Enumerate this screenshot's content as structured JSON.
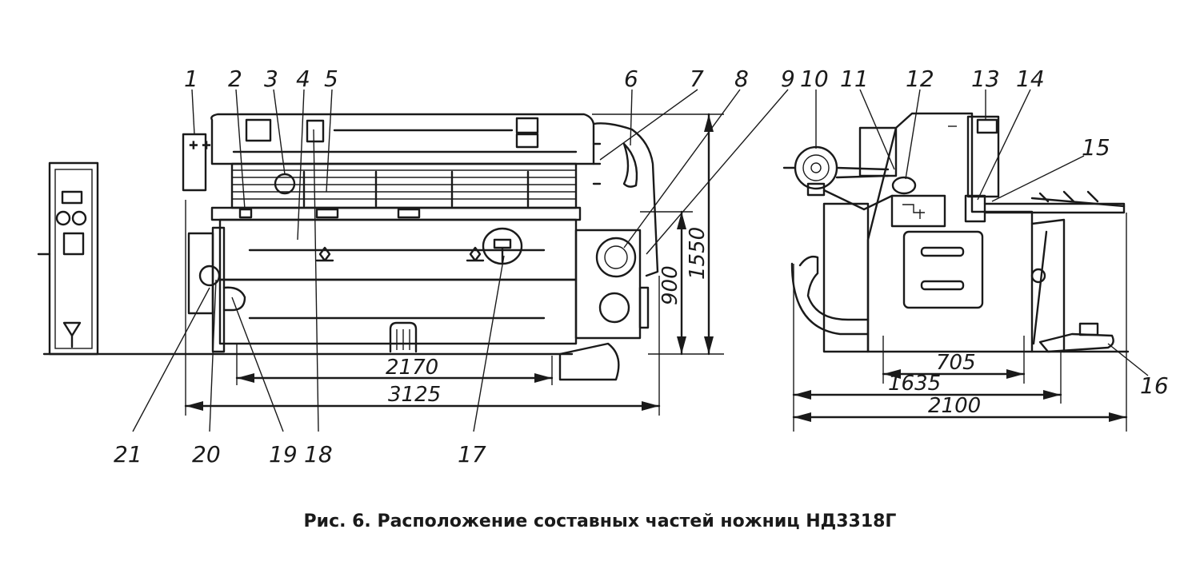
{
  "caption": "Рис. 6. Расположение составных частей ножниц НД3318Г",
  "part_numbers": [
    "1",
    "2",
    "3",
    "4",
    "5",
    "6",
    "7",
    "8",
    "9",
    "10",
    "11",
    "12",
    "13",
    "14",
    "15",
    "16",
    "17",
    "18",
    "19",
    "20",
    "21"
  ],
  "dimensions": {
    "d2170": "2170",
    "d3125": "3125",
    "d900": "900",
    "d1550": "1550",
    "d705": "705",
    "d1635": "1635",
    "d2100": "2100"
  }
}
